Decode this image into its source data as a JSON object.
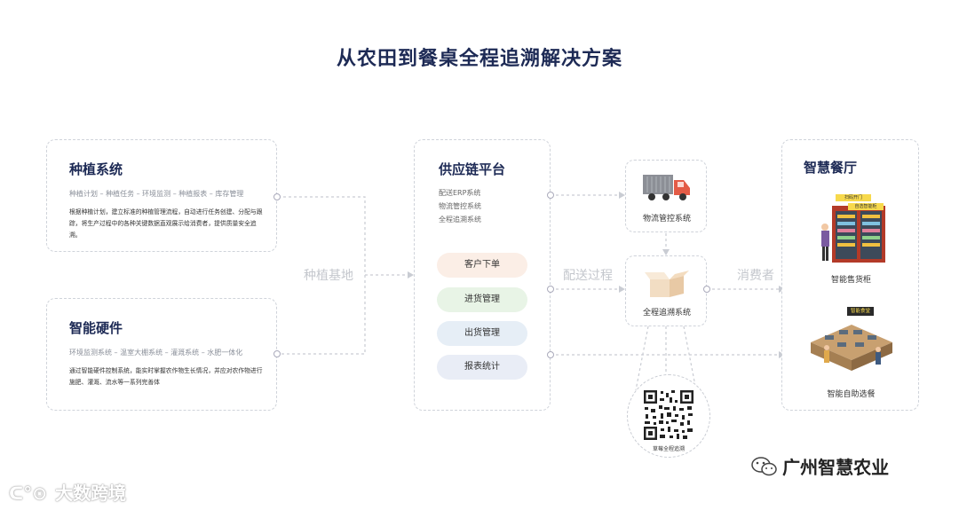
{
  "title": "从农田到餐桌全程追溯解决方案",
  "planting": {
    "title": "种植系统",
    "sub": "种植计划 – 种植任务 – 环境监测 – 种植报表 – 库存管理",
    "desc": "根据种植计划，建立标准的种植管理流程，自动进行任务创建、分配与跟踪，将生产过程中的各种关键数据直观展示给消费者，提供质量安全追溯。"
  },
  "hardware": {
    "title": "智能硬件",
    "sub": "环境监测系统 – 温室大棚系统 – 灌溉系统 – 水肥一体化",
    "desc": "通过智能硬件控制系统，能实时掌握农作物生长情况，并应对农作物进行施肥、灌溉、流水等一系列完善体"
  },
  "supply": {
    "title": "供应链平台",
    "lines": [
      "配送ERP系统",
      "物流管控系统",
      "全程追溯系统"
    ],
    "pills": [
      "客户下单",
      "进货管理",
      "出货管理",
      "报表统计"
    ]
  },
  "connectors": {
    "base": "种植基地",
    "delivery": "配送过程",
    "consumer": "消费者"
  },
  "logistics": {
    "label": "物流管控系统"
  },
  "trace": {
    "label": "全程追溯系统"
  },
  "qr": {
    "caption": "草莓全程追溯"
  },
  "restaurant": {
    "title": "智慧餐厅",
    "vending_label": "智能售货柜",
    "buffet_label": "智能自助选餐",
    "vending_sign_top": "扫码开门",
    "vending_sign_bottom": "自选智能柜",
    "buffet_sign": "智能食堂"
  },
  "watermarks": {
    "left": "大数跨境",
    "right": "广州智慧农业"
  },
  "colors": {
    "title": "#1d2a55",
    "pill_order": "#fbeee6",
    "pill_stock": "#e8f4e6",
    "pill_ship": "#e6eef6",
    "pill_report": "#e9edf6",
    "dashed": "#cfd3da",
    "truck_red": "#e35b46"
  }
}
